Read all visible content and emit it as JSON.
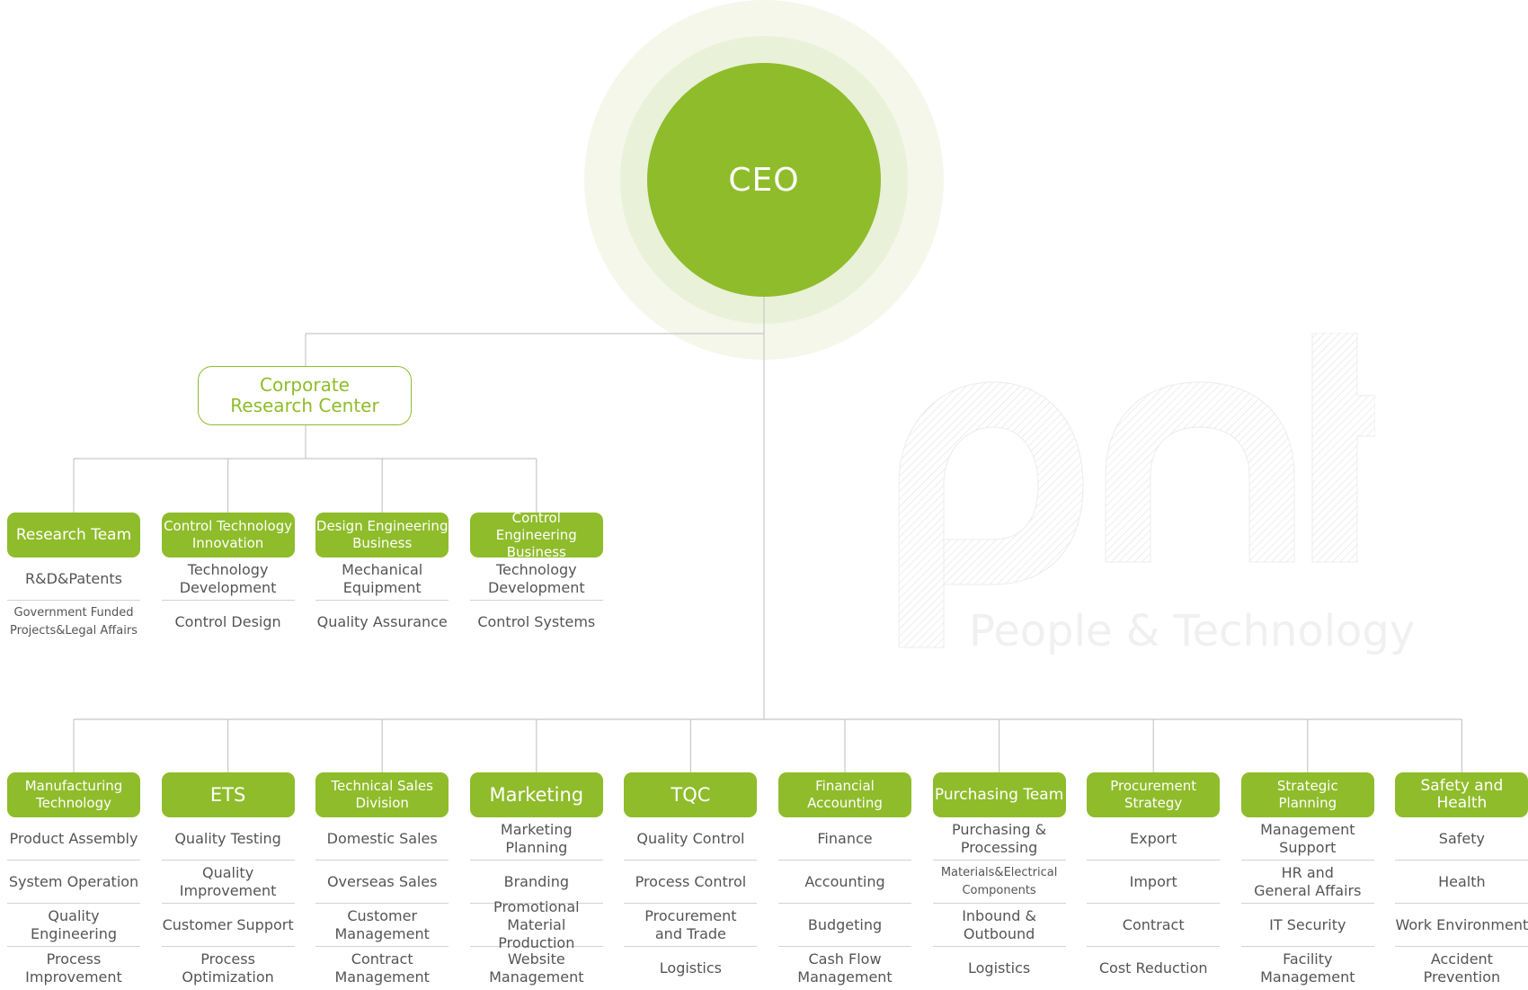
{
  "colors": {
    "accent": "#8fbc2b",
    "line": "#c8c8c8",
    "text": "#555555"
  },
  "ceo": {
    "label": "CEO"
  },
  "research_center": {
    "label": "Corporate\nResearch Center"
  },
  "watermark": {
    "logo": "pnt",
    "tagline": "People & Technology"
  },
  "research_teams": [
    {
      "name": "Research Team",
      "subs": [
        "R&D&Patents",
        "Government  Funded\nProjects&Legal Affairs"
      ]
    },
    {
      "name": "Control Technology\nInnovation",
      "subs": [
        "Technology\nDevelopment",
        "Control Design"
      ]
    },
    {
      "name": "Design Engineering\nBusiness",
      "subs": [
        "Mechanical\nEquipment",
        "Quality Assurance"
      ]
    },
    {
      "name": "Control Engineering\nBusiness",
      "subs": [
        "Technology\nDevelopment",
        "Control Systems"
      ]
    }
  ],
  "departments": [
    {
      "name": "Manufacturing\nTechnology",
      "subs": [
        "Product Assembly",
        "System Operation",
        "Quality Engineering",
        "Process\nImprovement"
      ]
    },
    {
      "name": "ETS",
      "subs": [
        "Quality Testing",
        "Quality Improvement",
        "Customer Support",
        "Process\nOptimization"
      ]
    },
    {
      "name": "Technical Sales\nDivision",
      "subs": [
        "Domestic Sales",
        "Overseas Sales",
        "Customer\nManagement",
        "Contract\nManagement"
      ]
    },
    {
      "name": "Marketing",
      "subs": [
        "Marketing Planning",
        "Branding",
        "Promotional\nMaterial Production",
        "Website\nManagement"
      ]
    },
    {
      "name": "TQC",
      "subs": [
        "Quality Control",
        "Process Control",
        "Procurement\nand Trade",
        "Logistics"
      ]
    },
    {
      "name": "Financial\nAccounting",
      "subs": [
        "Finance",
        "Accounting",
        "Budgeting",
        "Cash Flow\nManagement"
      ]
    },
    {
      "name": "Purchasing Team",
      "subs": [
        "Purchasing &\nProcessing",
        "Materials&Electrical\nComponents",
        "Inbound &\nOutbound",
        "Logistics"
      ]
    },
    {
      "name": "Procurement\nStrategy",
      "subs": [
        "Export",
        "Import",
        "Contract",
        "Cost Reduction"
      ]
    },
    {
      "name": "Strategic\nPlanning",
      "subs": [
        "Management\nSupport",
        "HR and\nGeneral Affairs",
        "IT Security",
        "Facility\nManagement"
      ]
    },
    {
      "name": "Safety and Health",
      "subs": [
        "Safety",
        "Health",
        "Work Environment",
        "Accident Prevention"
      ]
    }
  ]
}
